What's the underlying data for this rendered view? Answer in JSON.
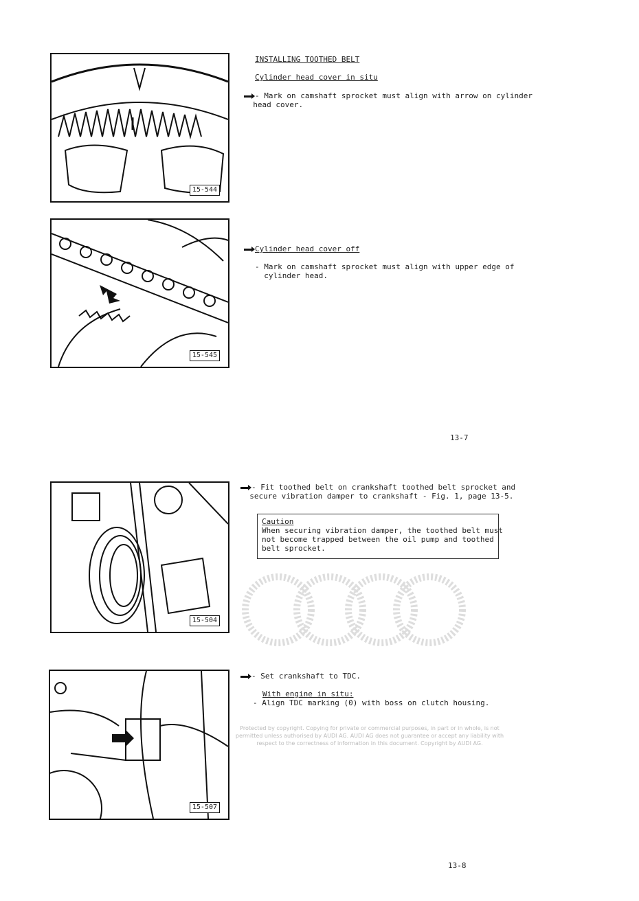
{
  "page1": {
    "heading": "INSTALLING TOOTHED BELT",
    "subheading": "Cylinder head cover in situ",
    "step1": "- Mark on camshaft sprocket must align with arrow on cylinder\n  head cover.",
    "figure1_label": "15-544",
    "step2_heading": "Cylinder head cover off",
    "step2": "- Mark on camshaft sprocket must align with upper edge of\n  cylinder head.",
    "figure2_label": "15-545",
    "page_number": "13-7"
  },
  "page2": {
    "step1": "- Fit toothed belt on crankshaft toothed belt sprocket and\n  secure vibration damper to crankshaft - Fig. 1, page 13-5.",
    "caution_title": "Caution",
    "caution_text": "When securing vibration damper, the toothed belt must\nnot become trapped between the oil pump and toothed\nbelt sprocket.",
    "figure3_label": "15-504",
    "step2": "- Set crankshaft to TDC.",
    "step3_heading": "With engine in situ:",
    "step3": "- Align TDC marking (0) with boss on clutch housing.",
    "figure4_label": "15-507",
    "watermark": "Protected by copyright. Copying for private or commercial purposes, in part or in whole, is not permitted unless authorised by AUDI AG. AUDI AG does not guarantee or accept any liability with respect to the correctness of information in this document. Copyright by AUDI AG.",
    "page_number": "13-8"
  }
}
